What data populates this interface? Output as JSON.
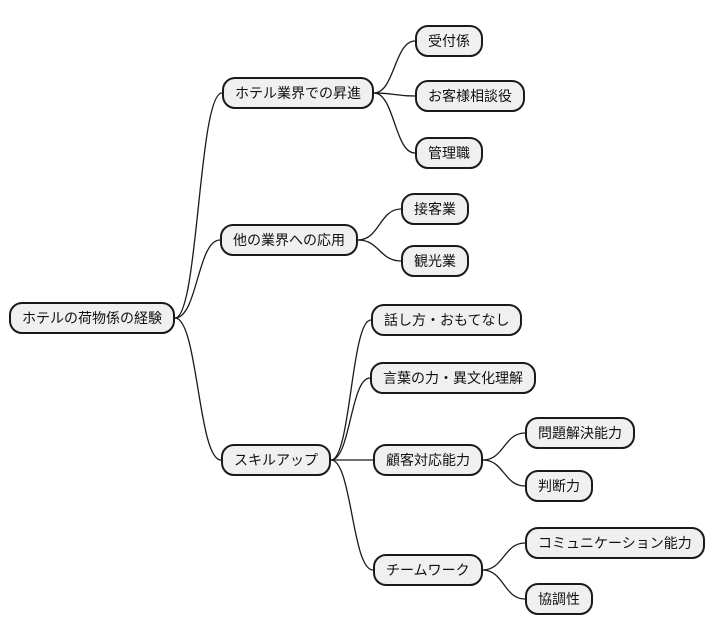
{
  "diagram": {
    "type": "mindmap",
    "style": {
      "background": "#ffffff",
      "node_fill": "#f0f0f0",
      "node_border": "#1a1a1a",
      "edge_color": "#1a1a1a"
    },
    "root": {
      "label": "ホテルの荷物係の経験",
      "children": [
        {
          "label": "ホテル業界での昇進",
          "children": [
            {
              "label": "受付係"
            },
            {
              "label": "お客様相談役"
            },
            {
              "label": "管理職"
            }
          ]
        },
        {
          "label": "他の業界への応用",
          "children": [
            {
              "label": "接客業"
            },
            {
              "label": "観光業"
            }
          ]
        },
        {
          "label": "スキルアップ",
          "children": [
            {
              "label": "話し方・おもてなし"
            },
            {
              "label": "言葉の力・異文化理解"
            },
            {
              "label": "顧客対応能力",
              "children": [
                {
                  "label": "問題解決能力"
                },
                {
                  "label": "判断力"
                }
              ]
            },
            {
              "label": "チームワーク",
              "children": [
                {
                  "label": "コミュニケーション能力"
                },
                {
                  "label": "協調性"
                }
              ]
            }
          ]
        }
      ]
    }
  }
}
